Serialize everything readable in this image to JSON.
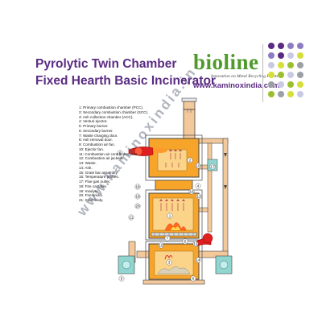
{
  "title": {
    "line1": "Pyrolytic Twin Chamber",
    "line2": "Fixed Hearth Basic Incinerator"
  },
  "brand": {
    "name": "bioline",
    "tagline": "Innovation on Metal Recycling Plants",
    "website": "www.kaminoxindia.com",
    "dot_colors": [
      "#5a2b82",
      "#8e7cc3",
      "#c9c9e6",
      "#d6df3a",
      "#9bbf2f",
      "#9aa0a6"
    ]
  },
  "legend": [
    "1: Primary combustion chamber (PCC).",
    "2: Secondary combustion chamber (SCC).",
    "3: Ash collection chamber (ACC).",
    "4: Venturi ejector.",
    "5: Primary burner.",
    "6: Secondary burner.",
    "7: Waste charging door.",
    "8: Ash removal door.",
    "9: Combustion air fan.",
    "10: Ejector fan.",
    "11: Combustion air control dampers.",
    "12: Combustion air jackets.",
    "13: Waste.",
    "14: Ash.",
    "15: Grate bar assembly.",
    "16: Temperature probes.",
    "17: Flue gas outlet.",
    "18: Fire castable.",
    "19: Insulyte.",
    "20: Fire bricks.",
    "21: Steel body."
  ],
  "watermark": "www.kaminoxindia.in",
  "diagram_labels": [
    "17",
    "10",
    "4",
    "6",
    "2",
    "16",
    "12",
    "11",
    "1",
    "7",
    "13",
    "5",
    "15",
    "9",
    "3",
    "8",
    "14",
    "18",
    "19",
    "20"
  ],
  "colors": {
    "chamber_fill": "#f7a52a",
    "duct_fill": "#f3c99b",
    "outline": "#444444",
    "burner_red": "#e02020",
    "fan_teal": "#8fd6d0",
    "ash": "#d9d2b8",
    "purple_text": "#5a2b82",
    "green_brand": "#4e9a2a"
  }
}
